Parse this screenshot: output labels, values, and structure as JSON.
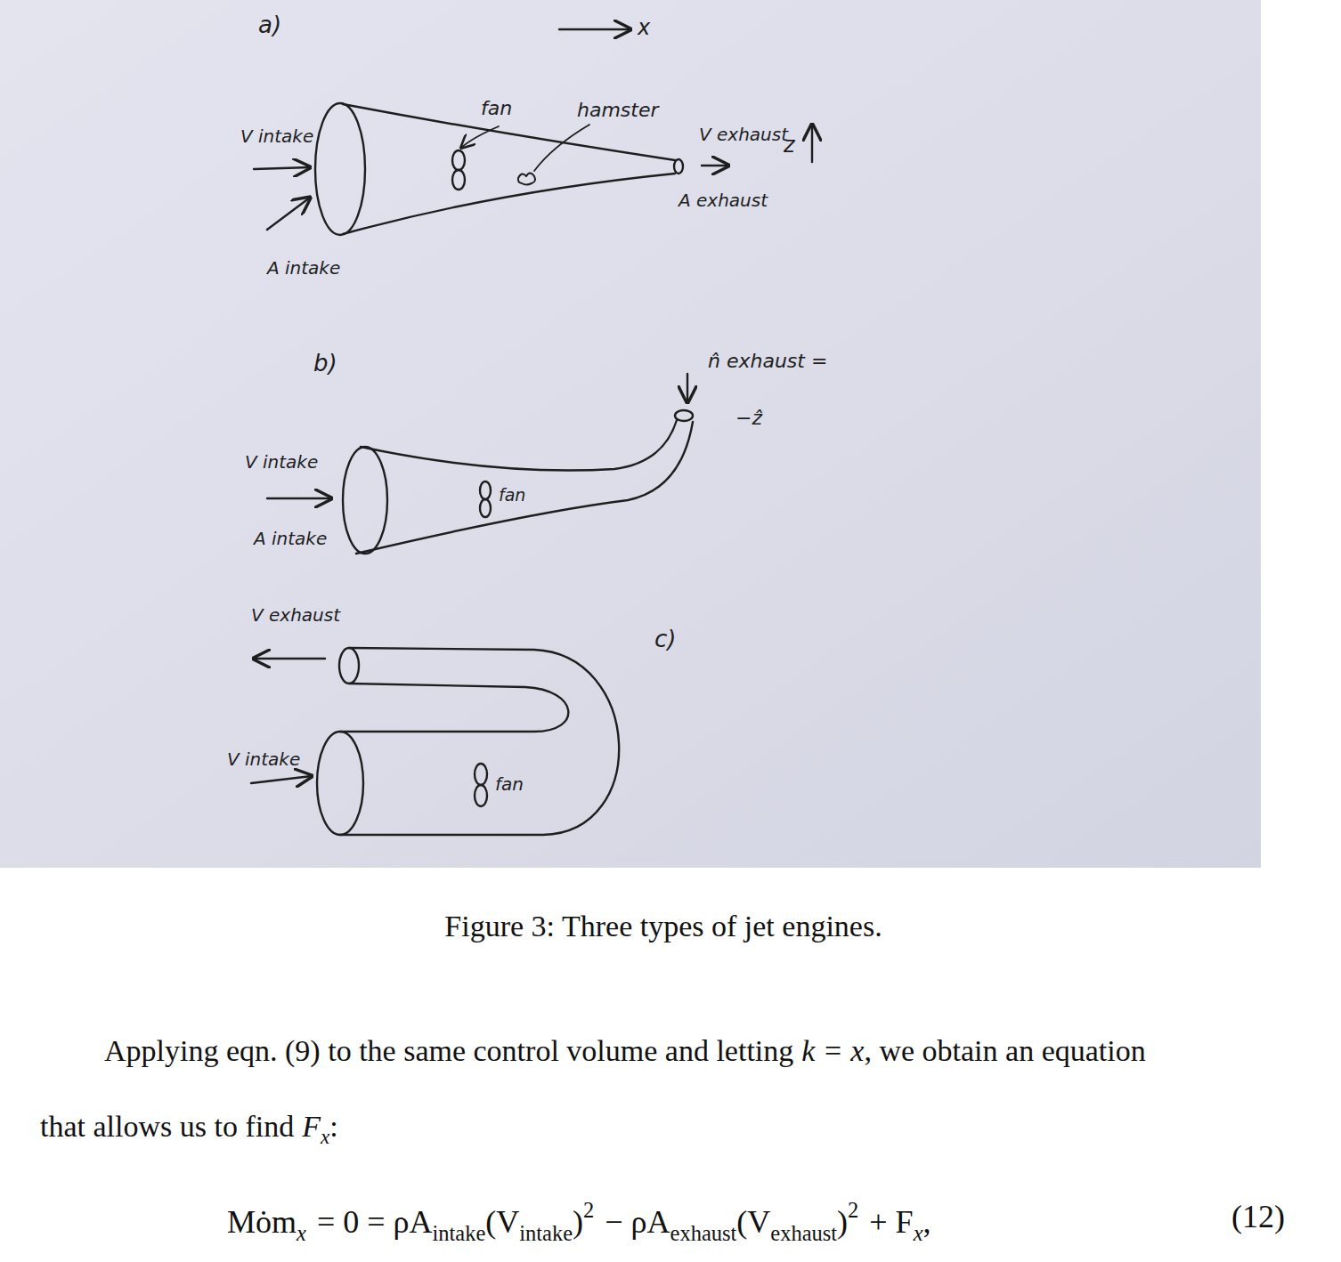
{
  "diagram": {
    "caption": "Figure 3: Three types of jet engines.",
    "labels": [
      "a)",
      "x",
      "fan",
      "hamster",
      "V intake",
      "V exhaust",
      "z",
      "A exhaust",
      "A intake",
      "b)",
      "n̂ exhaust =",
      "−ẑ",
      "V intake",
      "fan",
      "A intake",
      "V exhaust",
      "c)",
      "V intake",
      "fan",
      "Applying eqn. (9) to the same control volume and letting",
      "k = x",
      ", we obtain an equation",
      "that allows us to find",
      "F",
      "x",
      ":",
      "Mȯm",
      "x",
      "= 0 = ρA",
      "intake",
      "(V",
      "intake",
      ")",
      "2",
      "− ρA",
      "exhaust",
      "(V",
      "exhaust",
      ")",
      "2",
      "+ F",
      "x",
      ",",
      "(12)"
    ]
  }
}
